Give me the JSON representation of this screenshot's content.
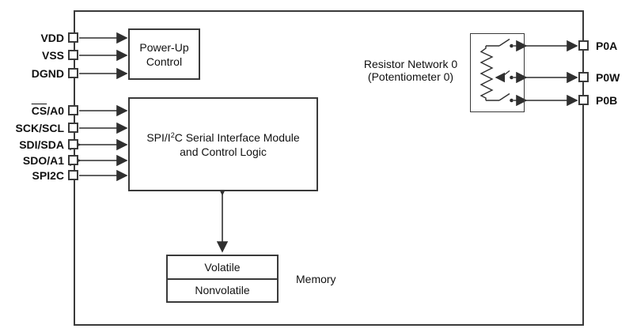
{
  "colors": {
    "line": "#3a3a3a",
    "text": "#111111",
    "background": "#ffffff"
  },
  "pins_left": [
    {
      "label": "VDD"
    },
    {
      "label": "VSS"
    },
    {
      "label": "DGND"
    },
    {
      "label_overline": "CS",
      "label_rest": "/A0"
    },
    {
      "label": "SCK/SCL"
    },
    {
      "label": "SDI/SDA"
    },
    {
      "label": "SDO/A1"
    },
    {
      "label": "SPI2C"
    }
  ],
  "pins_right": [
    {
      "label": "P0A"
    },
    {
      "label": "P0W"
    },
    {
      "label": "P0B"
    }
  ],
  "blocks": {
    "power_up_control": {
      "line1": "Power-Up",
      "line2": "Control"
    },
    "serial_interface": {
      "line1_pre": "SPI/I",
      "line1_sup": "2",
      "line1_post": "C Serial Interface Module",
      "line2": "and Control Logic"
    },
    "memory": {
      "cell_top": "Volatile",
      "cell_bottom": "Nonvolatile",
      "label": "Memory"
    },
    "resistor_network": {
      "line1": "Resistor Network 0",
      "line2": "(Potentiometer 0)"
    }
  }
}
